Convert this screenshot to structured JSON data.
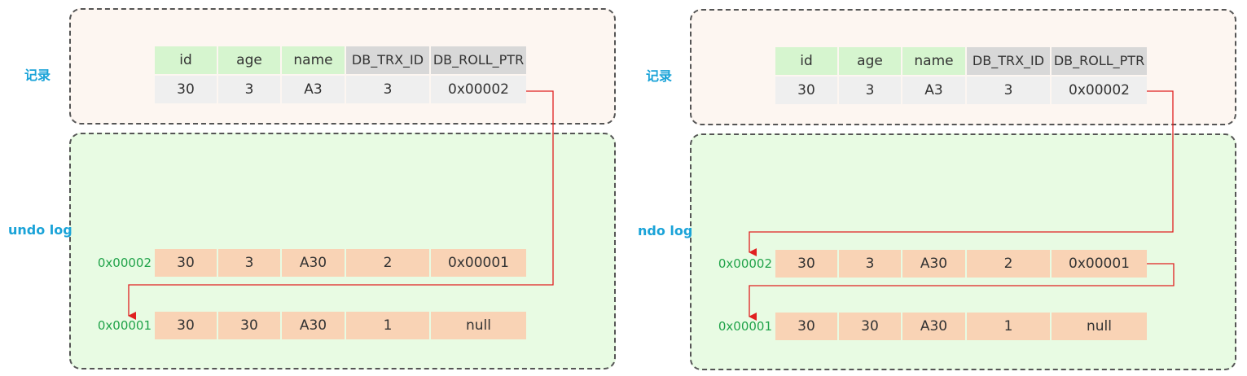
{
  "colors": {
    "label_blue": "#1aa3d8",
    "address_green": "#21a34a",
    "arrow_red": "#e02020",
    "header_green": "#d6f5cf",
    "header_gray": "#d8d8d8",
    "record_value_bg": "#efefef",
    "undo_row_bg": "#f9d3b5",
    "record_area_bg": "#fdf6f1",
    "undo_area_bg": "#e8fbe3"
  },
  "left": {
    "record_label": "记录",
    "undo_label": "undo log",
    "headers": [
      "id",
      "age",
      "name",
      "DB_TRX_ID",
      "DB_ROLL_PTR"
    ],
    "record": [
      "30",
      "3",
      "A3",
      "3",
      "0x00002"
    ],
    "undo_rows": [
      {
        "address": "0x00002",
        "values": [
          "30",
          "3",
          "A30",
          "2",
          "0x00001"
        ]
      },
      {
        "address": "0x00001",
        "values": [
          "30",
          "30",
          "A30",
          "1",
          "null"
        ]
      }
    ]
  },
  "right": {
    "record_label": "记录",
    "undo_label": "ndo log",
    "headers": [
      "id",
      "age",
      "name",
      "DB_TRX_ID",
      "DB_ROLL_PTR"
    ],
    "record": [
      "30",
      "3",
      "A3",
      "3",
      "0x00002"
    ],
    "undo_rows": [
      {
        "address": "0x00002",
        "values": [
          "30",
          "3",
          "A30",
          "2",
          "0x00001"
        ]
      },
      {
        "address": "0x00001",
        "values": [
          "30",
          "30",
          "A30",
          "1",
          "null"
        ]
      }
    ]
  }
}
